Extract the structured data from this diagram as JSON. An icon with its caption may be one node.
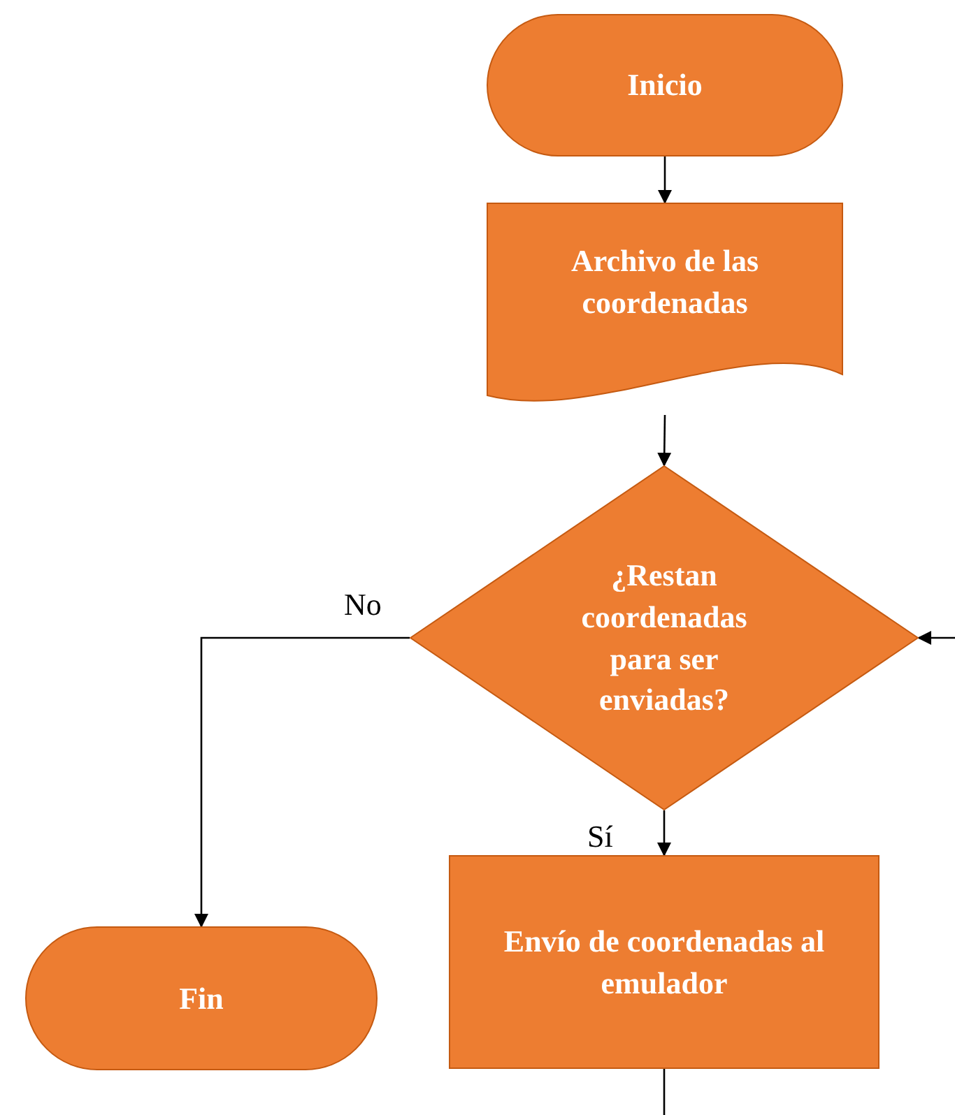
{
  "diagram": {
    "nodes": [
      {
        "text": [
          "Inicio"
        ]
      },
      {
        "text": [
          "Archivo de las coordenadas"
        ]
      },
      {
        "text": [
          "¿Restan coordenadas para ser enviadas?"
        ]
      },
      {
        "text": [
          "Fin"
        ]
      },
      {
        "text": [
          "Envío de coordenadas al emulador"
        ]
      }
    ],
    "edges": [
      {
        "from": 0,
        "to": 1,
        "arrow": "to"
      },
      {
        "from": 1,
        "to": 2,
        "arrow": "to"
      },
      {
        "from": 2,
        "to": 3,
        "arrow": "to",
        "label": "No"
      },
      {
        "from": 2,
        "to": 4,
        "arrow": "to",
        "label": "Sí"
      },
      {
        "from": 4,
        "to": null,
        "arrow": "none"
      },
      {
        "from": null,
        "to": 2,
        "arrow": "to"
      }
    ]
  }
}
